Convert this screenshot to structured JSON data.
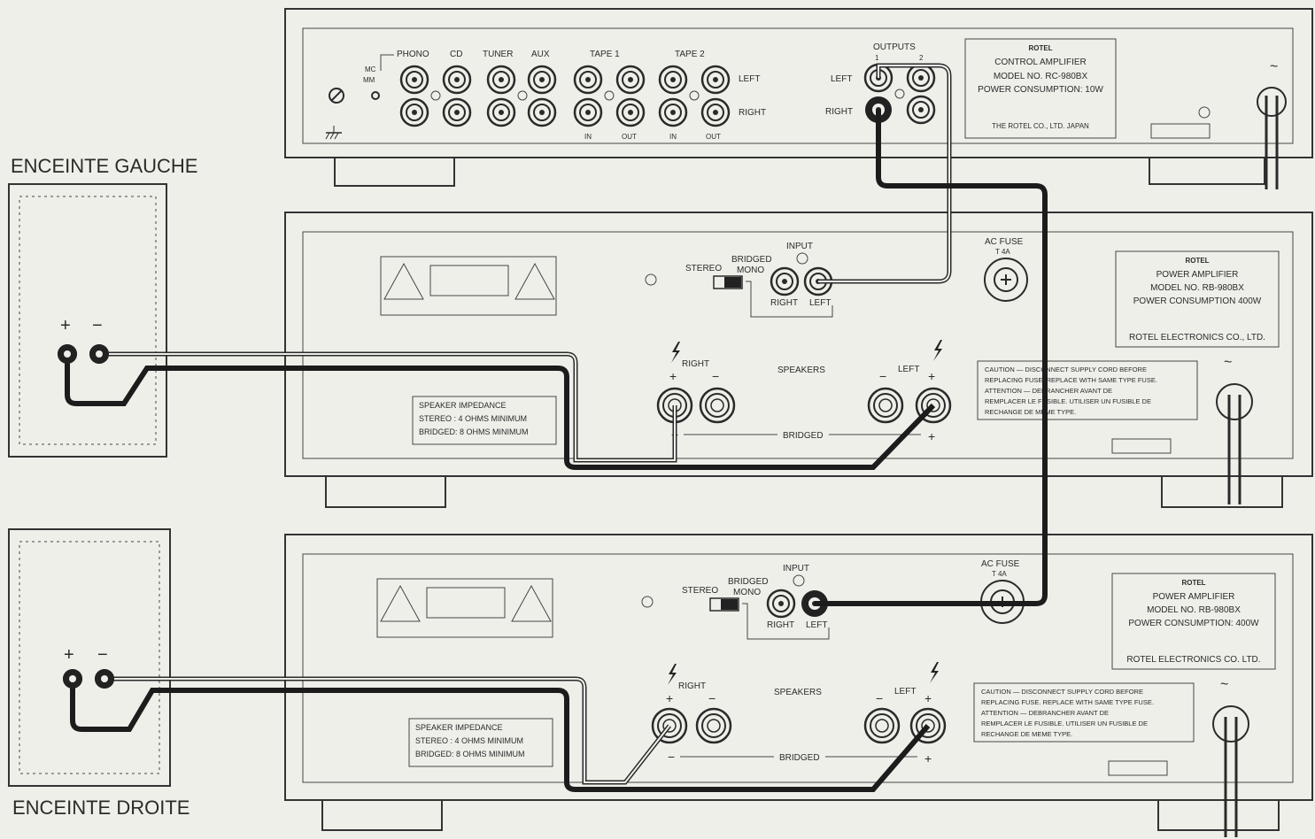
{
  "speakers": {
    "left_title": "ENCEINTE GAUCHE",
    "right_title": "ENCEINTE DROITE",
    "plus": "+",
    "minus": "−"
  },
  "control_amp": {
    "inputs": [
      "PHONO",
      "CD",
      "TUNER",
      "AUX",
      "TAPE 1",
      "TAPE 2"
    ],
    "mc_label": "MC",
    "mm_label": "MM",
    "row_left": "LEFT",
    "row_right": "RIGHT",
    "tape_in": "IN",
    "tape_out": "OUT",
    "outputs_label": "OUTPUTS",
    "output_1": "1",
    "output_2": "2",
    "out_left": "LEFT",
    "out_right": "RIGHT",
    "plate": {
      "brand": "ROTEL",
      "line1": "CONTROL AMPLIFIER",
      "line2": "MODEL NO. RC-980BX",
      "line3": "POWER CONSUMPTION: 10W",
      "footer": "THE ROTEL CO., LTD. JAPAN"
    },
    "ac_symbol": "~"
  },
  "power_amp_1": {
    "stereo": "STEREO",
    "bridged": "BRIDGED",
    "mono": "MONO",
    "input": "INPUT",
    "right": "RIGHT",
    "left": "LEFT",
    "ac_fuse": "AC FUSE",
    "fuse_rating": "T 4A",
    "speakers": "SPEAKERS",
    "spk_right": "RIGHT",
    "spk_left": "LEFT",
    "bridged_bar": "BRIDGED",
    "impedance": {
      "title": "SPEAKER IMPEDANCE",
      "stereo": "STEREO : 4 OHMS MINIMUM",
      "bridged": "BRIDGED: 8 OHMS MINIMUM"
    },
    "plate": {
      "brand": "ROTEL",
      "line1": "POWER AMPLIFIER",
      "line2": "MODEL NO. RB-980BX",
      "line3": "POWER CONSUMPTION 400W",
      "footer": "ROTEL ELECTRONICS CO., LTD."
    },
    "caution": [
      "CAUTION — DISCONNECT SUPPLY CORD BEFORE",
      "REPLACING FUSE. REPLACE WITH SAME TYPE FUSE.",
      "ATTENTION — DEBRANCHER AVANT DE",
      "REMPLACER LE FUSIBLE. UTILISER UN FUSIBLE DE",
      "RECHANGE DE MEME TYPE."
    ],
    "ac_symbol": "~"
  },
  "power_amp_2": {
    "stereo": "STEREO",
    "bridged": "BRIDGED",
    "mono": "MONO",
    "input": "INPUT",
    "right": "RIGHT",
    "left": "LEFT",
    "ac_fuse": "AC FUSE",
    "fuse_rating": "T 4A",
    "speakers": "SPEAKERS",
    "spk_right": "RIGHT",
    "spk_left": "LEFT",
    "bridged_bar": "BRIDGED",
    "impedance": {
      "title": "SPEAKER IMPEDANCE",
      "stereo": "STEREO : 4 OHMS MINIMUM",
      "bridged": "BRIDGED: 8 OHMS MINIMUM"
    },
    "plate": {
      "brand": "ROTEL",
      "line1": "POWER AMPLIFIER",
      "line2": "MODEL NO. RB-980BX",
      "line3": "POWER CONSUMPTION: 400W",
      "footer": "ROTEL ELECTRONICS CO. LTD."
    },
    "caution": [
      "CAUTION — DISCONNECT SUPPLY CORD BEFORE",
      "REPLACING FUSE. REPLACE WITH SAME TYPE FUSE.",
      "ATTENTION — DEBRANCHER AVANT DE",
      "REMPLACER LE FUSIBLE. UTILISER UN FUSIBLE DE",
      "RECHANGE DE MEME TYPE."
    ],
    "ac_symbol": "~"
  }
}
